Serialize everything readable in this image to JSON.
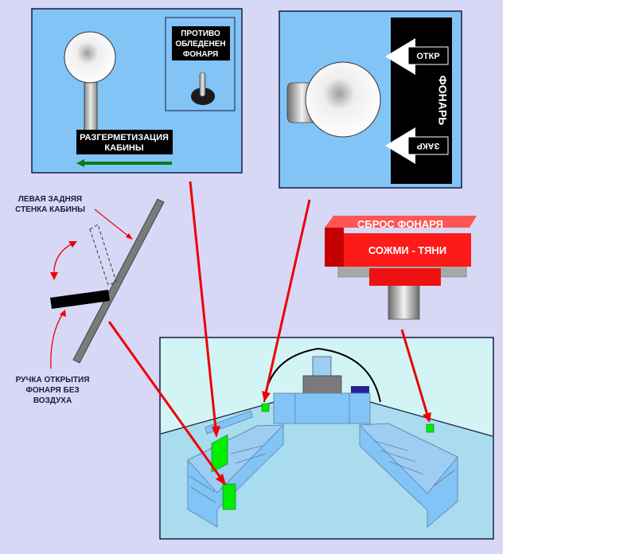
{
  "panels": {
    "pressure": {
      "depressurize_label_1": "РАЗГЕРМЕТИЗАЦИЯ",
      "depressurize_label_2": "КАБИНЫ",
      "deice_label_1": "ПРОТИВО",
      "deice_label_2": "ОБЛЕДЕНЕН",
      "deice_label_3": "ФОНАРЯ"
    },
    "canopy": {
      "open_label": "ОТКР",
      "close_label": "ЗАКР",
      "title": "ФОНАРЬ"
    },
    "jettison": {
      "title": "СБРОС ФОНАРЯ",
      "action": "СОЖМИ - ТЯНИ"
    }
  },
  "side_diagram": {
    "wall_label_1": "ЛЕВАЯ ЗАДНЯЯ",
    "wall_label_2": "СТЕНКА КАБИНЫ",
    "handle_label_1": "РУЧКА ОТКРЫТИЯ",
    "handle_label_2": "ФОНАРЯ БЕЗ",
    "handle_label_3": "ВОЗДУХА"
  },
  "colors": {
    "background": "#d6d8f6",
    "panel": "#82c4f6",
    "cockpit_bg": "#d2f4f4",
    "floor": "#a8dcee",
    "indicator": "#00ee00",
    "pointer": "#ee0000",
    "jettison": "#ff1a1a"
  }
}
